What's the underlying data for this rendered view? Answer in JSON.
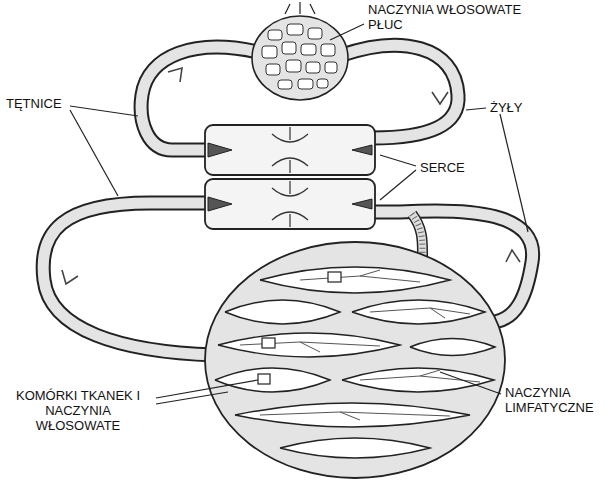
{
  "diagram": {
    "labels": [
      "NACZYNIA WŁOSOWATE PŁUC",
      "TĘTNICE",
      "ŻYŁY",
      "SERCE",
      "NACZYNIA LIMFATYCZNE",
      "KOMÓRKI TKANEK I NACZYNIA WŁOSOWATE"
    ]
  }
}
